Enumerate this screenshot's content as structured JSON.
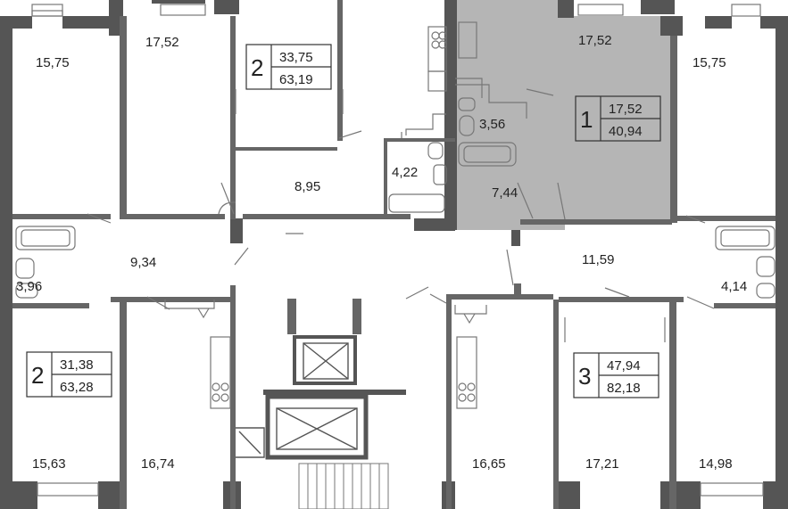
{
  "colors": {
    "wall": "#555555",
    "line": "#777777",
    "highlight": "#b5b5b5",
    "background": "#ffffff"
  },
  "rooms": [
    {
      "id": "r1",
      "label": "15,75"
    },
    {
      "id": "r2",
      "label": "17,52"
    },
    {
      "id": "r3",
      "label": "17,52"
    },
    {
      "id": "r4",
      "label": "15,75"
    },
    {
      "id": "r5",
      "label": "3,56"
    },
    {
      "id": "r6",
      "label": "8,95"
    },
    {
      "id": "r7",
      "label": "4,22"
    },
    {
      "id": "r8",
      "label": "7,44"
    },
    {
      "id": "r9",
      "label": "9,34"
    },
    {
      "id": "r10",
      "label": "11,59"
    },
    {
      "id": "r11",
      "label": "3,96"
    },
    {
      "id": "r12",
      "label": "4,14"
    },
    {
      "id": "r13",
      "label": "15,63"
    },
    {
      "id": "r14",
      "label": "16,74"
    },
    {
      "id": "r15",
      "label": "16,65"
    },
    {
      "id": "r16",
      "label": "17,21"
    },
    {
      "id": "r17",
      "label": "14,98"
    }
  ],
  "apartments": [
    {
      "id": "a1",
      "rooms": "2",
      "living": "33,75",
      "total": "63,19",
      "selected": false
    },
    {
      "id": "a2",
      "rooms": "1",
      "living": "17,52",
      "total": "40,94",
      "selected": true
    },
    {
      "id": "a3",
      "rooms": "2",
      "living": "31,38",
      "total": "63,28",
      "selected": false
    },
    {
      "id": "a4",
      "rooms": "3",
      "living": "47,94",
      "total": "82,18",
      "selected": false
    }
  ]
}
